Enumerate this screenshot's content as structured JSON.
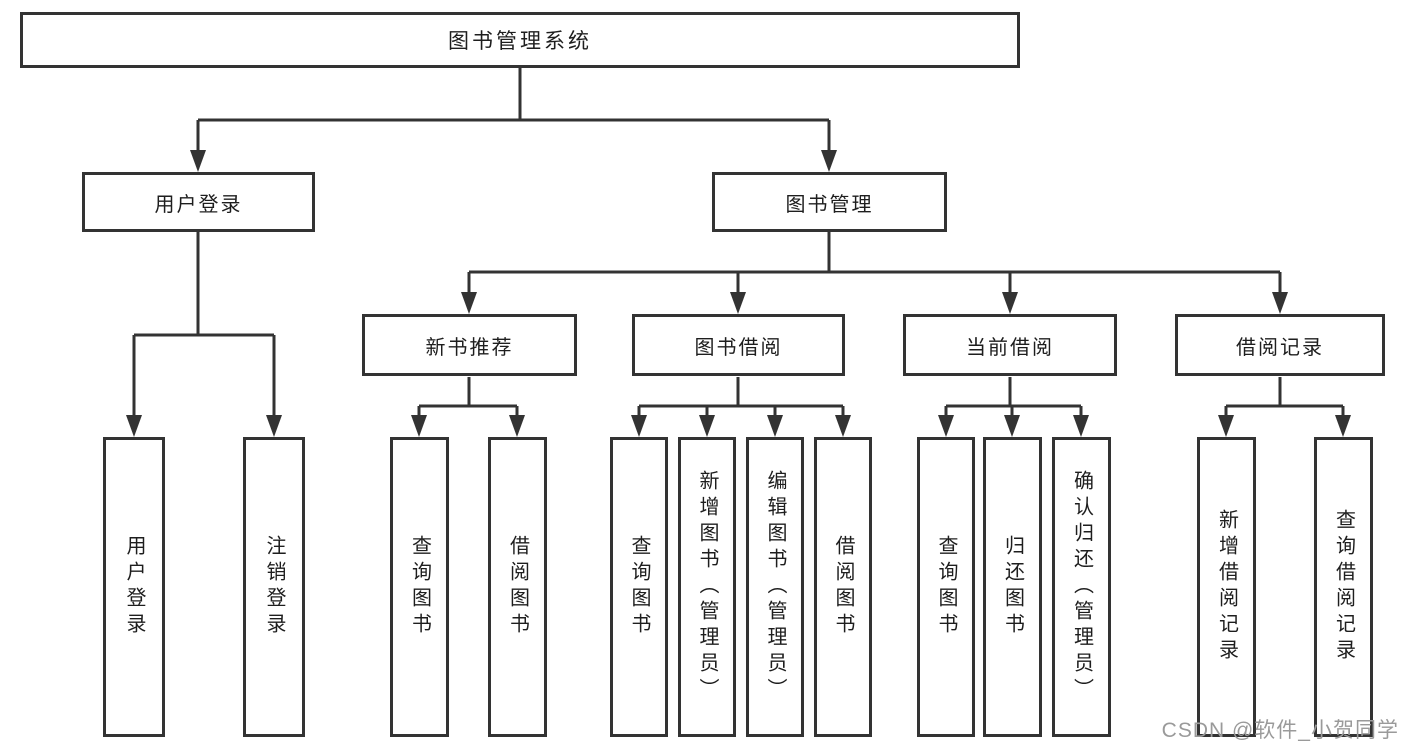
{
  "diagram": {
    "tree": {
      "label": "图书管理系统",
      "children": [
        {
          "label": "用户登录",
          "children": [
            {
              "label": "用户登录"
            },
            {
              "label": "注销登录"
            }
          ]
        },
        {
          "label": "图书管理",
          "children": [
            {
              "label": "新书推荐",
              "children": [
                {
                  "label": "查询图书"
                },
                {
                  "label": "借阅图书"
                }
              ]
            },
            {
              "label": "图书借阅",
              "children": [
                {
                  "label": "查询图书"
                },
                {
                  "label": "新增图书（管理员）"
                },
                {
                  "label": "编辑图书（管理员）"
                },
                {
                  "label": "借阅图书"
                }
              ]
            },
            {
              "label": "当前借阅",
              "children": [
                {
                  "label": "查询图书"
                },
                {
                  "label": "归还图书"
                },
                {
                  "label": "确认归还（管理员）"
                }
              ]
            },
            {
              "label": "借阅记录",
              "children": [
                {
                  "label": "新增借阅记录"
                },
                {
                  "label": "查询借阅记录"
                }
              ]
            }
          ]
        }
      ]
    },
    "watermark": "CSDN @软件_小贺同学",
    "colors": {
      "line": "#333333",
      "text": "#1e1e1e",
      "background": "#ffffff",
      "watermark": "#9a9a9a"
    }
  }
}
